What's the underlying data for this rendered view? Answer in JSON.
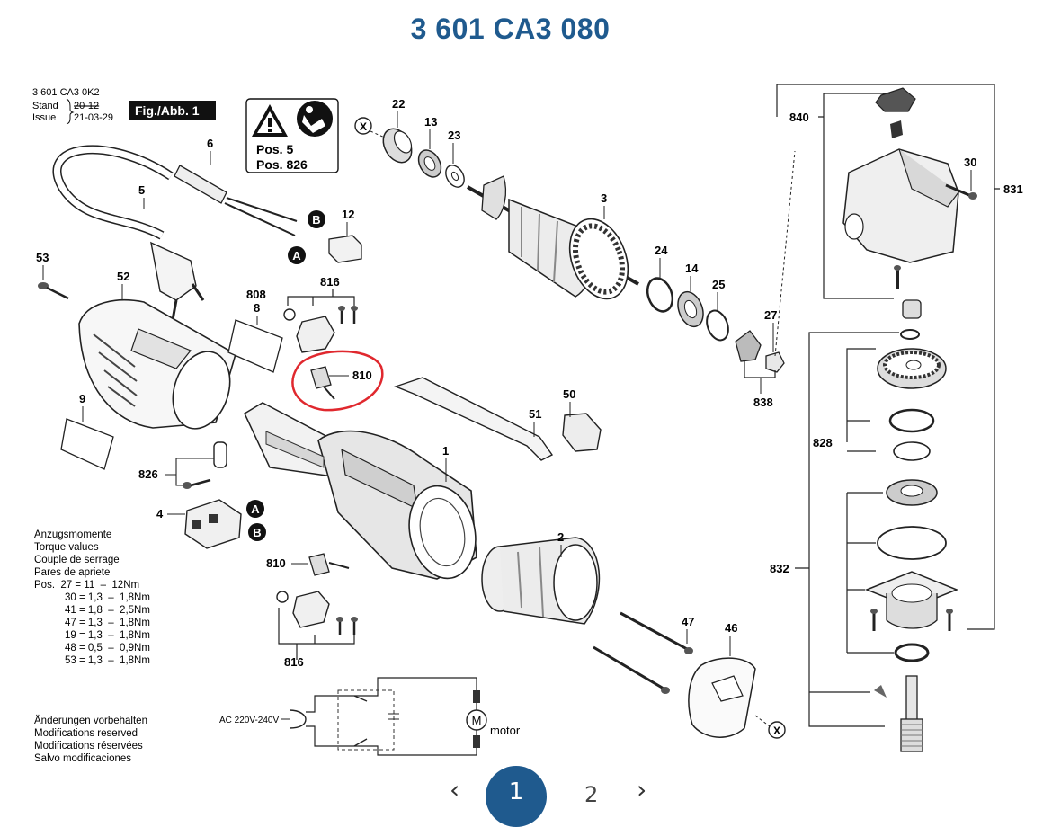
{
  "title": "3 601 CA3 080",
  "header": {
    "model": "3 601 CA3 0K2",
    "stand_label": "Stand",
    "stand_value": "20-12",
    "issue_label": "Issue",
    "issue_value": "21-03-29",
    "fig_label": "Fig./Abb. 1"
  },
  "warning_box": {
    "line1": "Pos. 5",
    "line2": "Pos. 826"
  },
  "torque": {
    "titles": [
      "Anzugsmomente",
      "Torque values",
      "Couple de serrage",
      "Pares de apriete"
    ],
    "rows": [
      "Pos.  27 = 11  –  12Nm",
      "30 = 1,3  –  1,8Nm",
      "41 = 1,8  –  2,5Nm",
      "47 = 1,3  –  1,8Nm",
      "19 = 1,3  –  1,8Nm",
      "48 = 0,5  –  0,9Nm",
      "53 = 1,3  –  1,8Nm"
    ]
  },
  "modifications": [
    "Änderungen vorbehalten",
    "Modifications reserved",
    "Modifications réservées",
    "Salvo modificaciones"
  ],
  "circuit": {
    "voltage": "AC 220V-240V",
    "motor_symbol": "M",
    "motor_label": "motor"
  },
  "connectors": {
    "a": "A",
    "b": "B",
    "x": "X"
  },
  "callouts": {
    "p22": "22",
    "p13": "13",
    "p23": "23",
    "p3": "3",
    "p24": "24",
    "p14": "14",
    "p25": "25",
    "p27": "27",
    "p838": "838",
    "p840": "840",
    "p30": "30",
    "p831": "831",
    "p828": "828",
    "p832": "832",
    "p6": "6",
    "p5": "5",
    "p12": "12",
    "p53": "53",
    "p52": "52",
    "p808": "808",
    "p8": "8",
    "p816a": "816",
    "p810a": "810",
    "p9": "9",
    "p50": "50",
    "p51": "51",
    "p1": "1",
    "p826": "826",
    "p4": "4",
    "p810b": "810",
    "p816b": "816",
    "p2": "2",
    "p47": "47",
    "p46": "46"
  },
  "pagination": {
    "prev": "‹",
    "page1": "1",
    "page2": "2",
    "next": "›"
  },
  "colors": {
    "title": "#1f5a8e",
    "highlight": "#e0282e",
    "pager": "#1f5a8e"
  }
}
